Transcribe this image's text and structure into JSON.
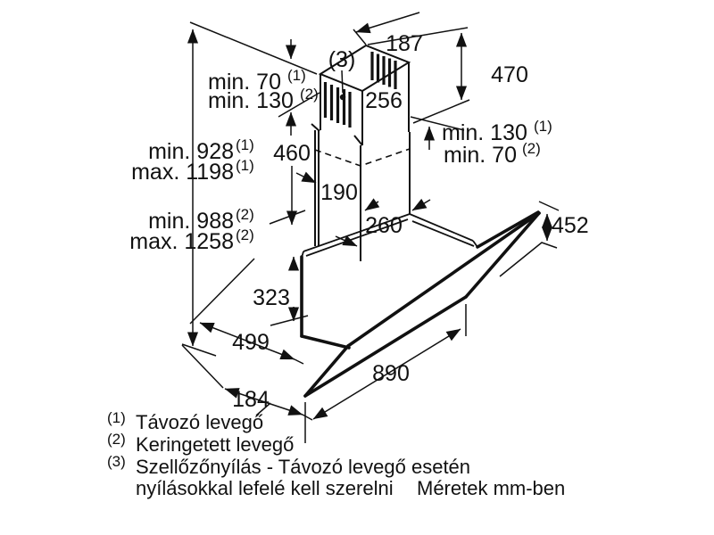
{
  "window": {
    "background": "#ffffff",
    "ink": "#111111"
  },
  "vent_label": "(3)",
  "dims": {
    "top_depth": "187",
    "flue_width": "256",
    "upper_flue_height": "470",
    "lower_flue_height": "460",
    "flue_overlap": "190",
    "flue_visible": "260",
    "panel_height": "452",
    "body_height": "323",
    "body_depth": "499",
    "hood_width": "890",
    "bottom_depth": "184"
  },
  "clearances": {
    "ceiling_gap_1": {
      "text": "min. 70",
      "sup": "(1)"
    },
    "ceiling_gap_2": {
      "text": "min. 130",
      "sup": "(2)"
    },
    "right_gap_1": {
      "text": "min. 130",
      "sup": "(1)"
    },
    "right_gap_2": {
      "text": "min. 70",
      "sup": "(2)"
    },
    "total_height_1": {
      "text": "min. 928",
      "sup": "(1)"
    },
    "total_height_2": {
      "text": "max. 1198",
      "sup": "(1)"
    },
    "total_height_3": {
      "text": "min. 988",
      "sup": "(2)"
    },
    "total_height_4": {
      "text": "max. 1258",
      "sup": "(2)"
    }
  },
  "footnotes": {
    "f1_marker": "(1)",
    "f1_text": "Távozó levegő",
    "f2_marker": "(2)",
    "f2_text": "Keringetett levegő",
    "f3_marker": "(3)",
    "f3_text": "Szellőzőnyílás - Távozó levegő esetén",
    "f3_text2": "nyílásokkal lefelé kell szerelni",
    "units_note": "Méretek mm-ben"
  }
}
